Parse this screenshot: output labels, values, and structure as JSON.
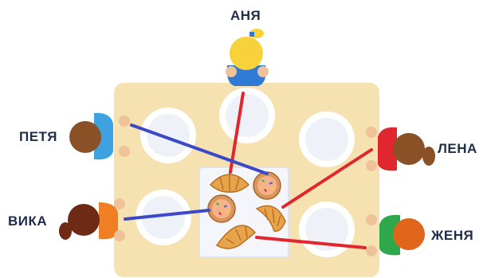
{
  "people": {
    "anya": {
      "name": "АНЯ"
    },
    "petya": {
      "name": "ПЕТЯ"
    },
    "lena": {
      "name": "ЛЕНА"
    },
    "vika": {
      "name": "ВИКА"
    },
    "zhenya": {
      "name": "ЖЕНЯ"
    }
  },
  "colors": {
    "table": "#f6e1b0",
    "tray": "#eef1f8",
    "plate": "#f4f6fb",
    "line_red": "#e0262e",
    "line_blue": "#3b48c8",
    "croissant": "#e8a44a",
    "cookie": "#d9955a",
    "label": "#1f2d4a"
  },
  "connections": [
    {
      "from": "anya",
      "to": "croissant-top",
      "color": "red"
    },
    {
      "from": "petya",
      "to": "cookie-right",
      "color": "blue"
    },
    {
      "from": "lena",
      "to": "croissant-right",
      "color": "red"
    },
    {
      "from": "vika",
      "to": "cookie-left",
      "color": "blue"
    },
    {
      "from": "zhenya",
      "to": "croissant-bottom",
      "color": "red"
    }
  ]
}
